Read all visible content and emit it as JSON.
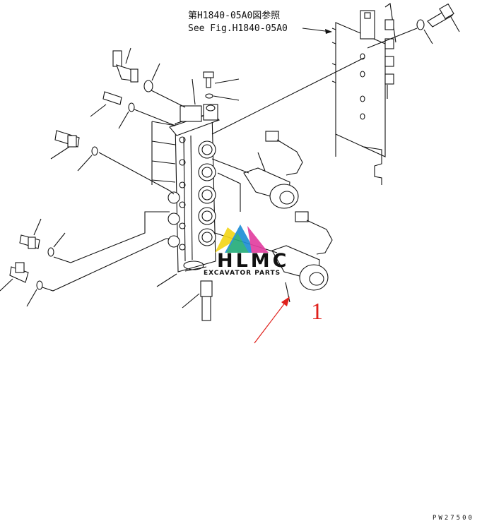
{
  "reference": {
    "line1": "第H1840-05A0図参照",
    "line2": "See Fig.H1840-05A0"
  },
  "callout": {
    "number": "1"
  },
  "watermark": {
    "title": "HLMC",
    "subtitle": "EXCAVATOR PARTS"
  },
  "drawing_code": "PW27500",
  "colors": {
    "callout": "#e0201b",
    "line": "#111111"
  }
}
